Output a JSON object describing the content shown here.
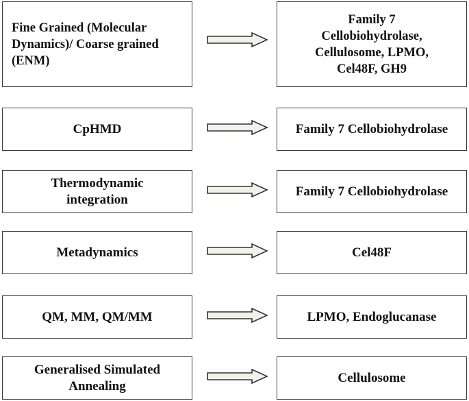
{
  "rows": [
    {
      "method": "Fine Grained (Molecular Dynamics)/ Coarse grained (ENM)",
      "application": "Family 7 Cellobiohydrolase, Cellulosome, LPMO, Cel48F, GH9"
    },
    {
      "method": "CpHMD",
      "application": "Family 7 Cellobiohydrolase"
    },
    {
      "method": "Thermodynamic integration",
      "application": "Family 7 Cellobiohydrolase"
    },
    {
      "method": "Metadynamics",
      "application": "Cel48F"
    },
    {
      "method": "QM, MM, QM/MM",
      "application": "LPMO, Endoglucanase"
    },
    {
      "method": "Generalised Simulated Annealing",
      "application": "Cellulosome"
    }
  ],
  "colors": {
    "border": "#3a3a3a",
    "arrow_fill": "#f2f2ea",
    "arrow_stroke": "#333333"
  },
  "icon": "right-arrow-icon"
}
